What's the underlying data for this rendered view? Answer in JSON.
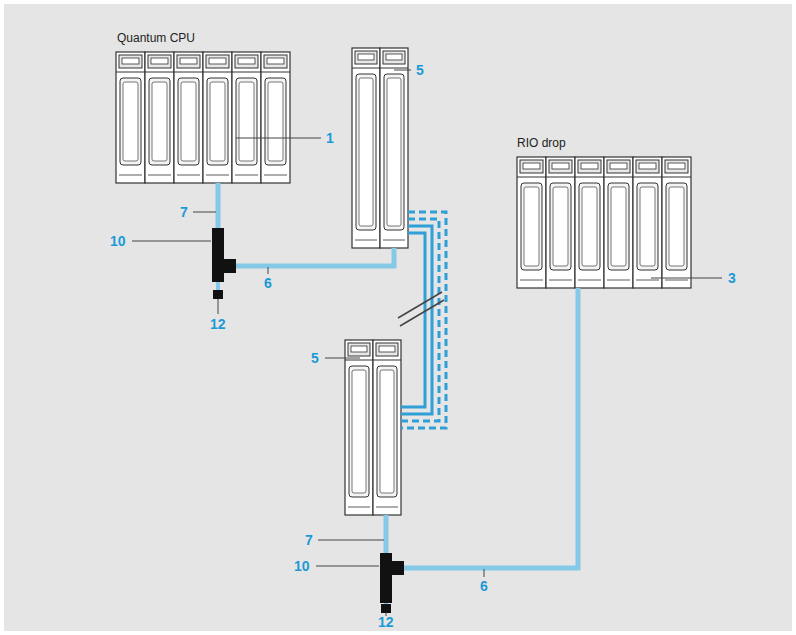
{
  "diagram": {
    "nodes": [
      {
        "text": [
          "Quantum CPU"
        ]
      },
      {
        "text": [
          "RIO drop"
        ]
      }
    ],
    "labels": [
      "1",
      "5",
      "7",
      "10",
      "6",
      "12",
      "5",
      "3",
      "7",
      "10",
      "6",
      "12"
    ]
  }
}
